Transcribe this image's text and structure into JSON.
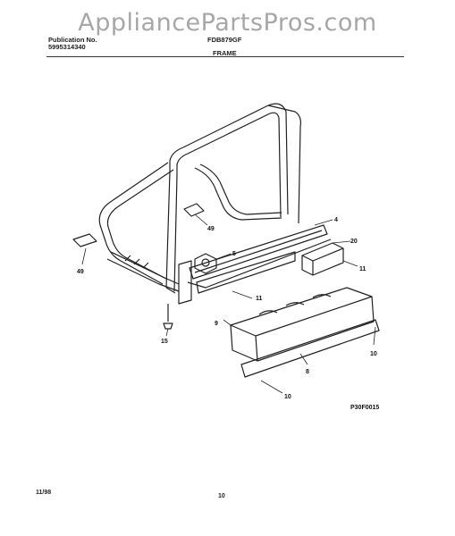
{
  "watermark": "AppliancePartsPros.com",
  "header": {
    "publication_label": "Publication No.",
    "publication_number": "5995314340",
    "model": "FDB879GF",
    "section": "FRAME"
  },
  "callouts": {
    "c4": "4",
    "c49a": "49",
    "c49b": "49",
    "c5": "5",
    "c20": "20",
    "c11a": "11",
    "c11b": "11",
    "c9": "9",
    "c15": "15",
    "c8": "8",
    "c10a": "10",
    "c10b": "10"
  },
  "figure_code": "P30F0015",
  "footer": {
    "date": "11/98",
    "page_number": "10"
  }
}
